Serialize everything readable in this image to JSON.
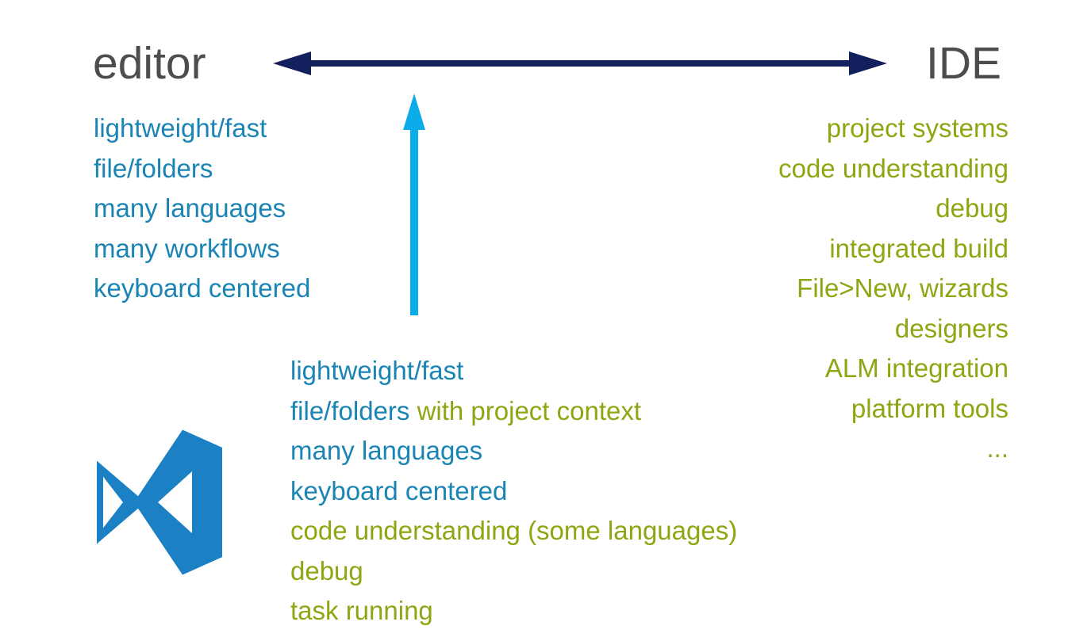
{
  "header": {
    "left_label": "editor",
    "right_label": "IDE"
  },
  "left_list": {
    "items": [
      "lightweight/fast",
      "file/folders",
      "many languages",
      "many workflows",
      "keyboard centered"
    ]
  },
  "right_list": {
    "items": [
      "project systems",
      "code understanding",
      "debug",
      "integrated build",
      "File>New, wizards",
      "designers",
      "ALM integration",
      "platform tools",
      "..."
    ]
  },
  "middle_list": {
    "rows": [
      [
        {
          "text": "lightweight/fast",
          "color": "blue"
        }
      ],
      [
        {
          "text": "file/folders",
          "color": "blue"
        },
        {
          "text": " with project context",
          "color": "green"
        }
      ],
      [
        {
          "text": "many languages",
          "color": "blue"
        }
      ],
      [
        {
          "text": "keyboard centered",
          "color": "blue"
        }
      ],
      [
        {
          "text": "code understanding (some languages)",
          "color": "green"
        }
      ],
      [
        {
          "text": "debug",
          "color": "green"
        }
      ],
      [
        {
          "text": "task running",
          "color": "green"
        }
      ]
    ]
  },
  "icons": {
    "horizontal_arrow": "double-headed-arrow",
    "vertical_arrow": "up-arrow",
    "logo": "vscode-logo"
  },
  "colors": {
    "blue": "#1a84b4",
    "green": "#8ca712",
    "navy": "#13205e",
    "cyan": "#0aade9",
    "logoblue": "#1b80c4",
    "gray": "#4d4d4d"
  }
}
